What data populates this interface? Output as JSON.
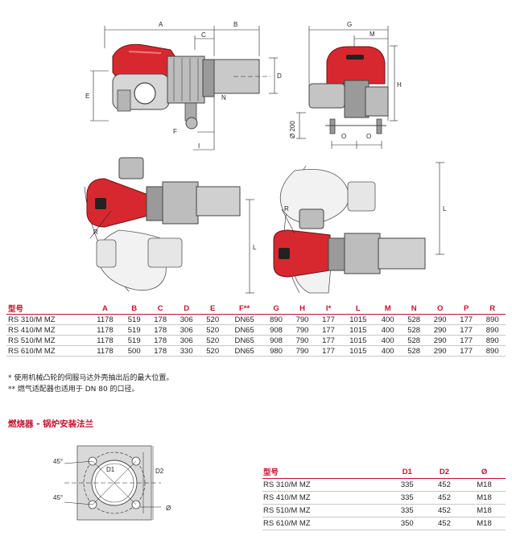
{
  "drawing_labels": {
    "top_left": {
      "A": "A",
      "B": "B",
      "C": "C",
      "D": "D",
      "E": "E",
      "N": "N",
      "F": "F",
      "I": "I"
    },
    "top_right": {
      "G": "G",
      "M": "M",
      "H": "H",
      "dia": "Ø 200",
      "O1": "O",
      "O2": "O"
    },
    "bottom": {
      "R1": "R",
      "L1": "L",
      "R2": "R",
      "L2": "L"
    },
    "flange": {
      "angle1": "45°",
      "angle2": "45°",
      "D1": "D1",
      "D2": "D2",
      "dia": "Ø"
    }
  },
  "dimension_table": {
    "headers": [
      "型号",
      "A",
      "B",
      "C",
      "D",
      "E",
      "F**",
      "G",
      "H",
      "I*",
      "L",
      "M",
      "N",
      "O",
      "P",
      "R"
    ],
    "rows": [
      [
        "RS 310/M MZ",
        "1178",
        "519",
        "178",
        "306",
        "520",
        "DN65",
        "890",
        "790",
        "177",
        "1015",
        "400",
        "528",
        "290",
        "177",
        "890"
      ],
      [
        "RS 410/M MZ",
        "1178",
        "519",
        "178",
        "306",
        "520",
        "DN65",
        "908",
        "790",
        "177",
        "1015",
        "400",
        "528",
        "290",
        "177",
        "890"
      ],
      [
        "RS 510/M MZ",
        "1178",
        "519",
        "178",
        "306",
        "520",
        "DN65",
        "908",
        "790",
        "177",
        "1015",
        "400",
        "528",
        "290",
        "177",
        "890"
      ],
      [
        "RS 610/M MZ",
        "1178",
        "500",
        "178",
        "330",
        "520",
        "DN65",
        "980",
        "790",
        "177",
        "1015",
        "400",
        "528",
        "290",
        "177",
        "890"
      ]
    ]
  },
  "notes": [
    "*  使用机械凸轮的伺服马达外壳抽出后的最大位置。",
    "** 燃气适配器也适用于 DN 80 的口径。"
  ],
  "flange_section": {
    "title": "燃烧器 - 锅炉安装法兰",
    "headers": [
      "型号",
      "D1",
      "D2",
      "Ø"
    ],
    "rows": [
      [
        "RS 310/M MZ",
        "335",
        "452",
        "M18"
      ],
      [
        "RS 410/M MZ",
        "335",
        "452",
        "M18"
      ],
      [
        "RS 510/M MZ",
        "335",
        "452",
        "M18"
      ],
      [
        "RS 610/M MZ",
        "350",
        "452",
        "M18"
      ]
    ]
  },
  "colors": {
    "accent": "#c8102e",
    "burner_red": "#d7282f",
    "metal": "#9a9a9a",
    "tube": "#c9c9c9"
  }
}
